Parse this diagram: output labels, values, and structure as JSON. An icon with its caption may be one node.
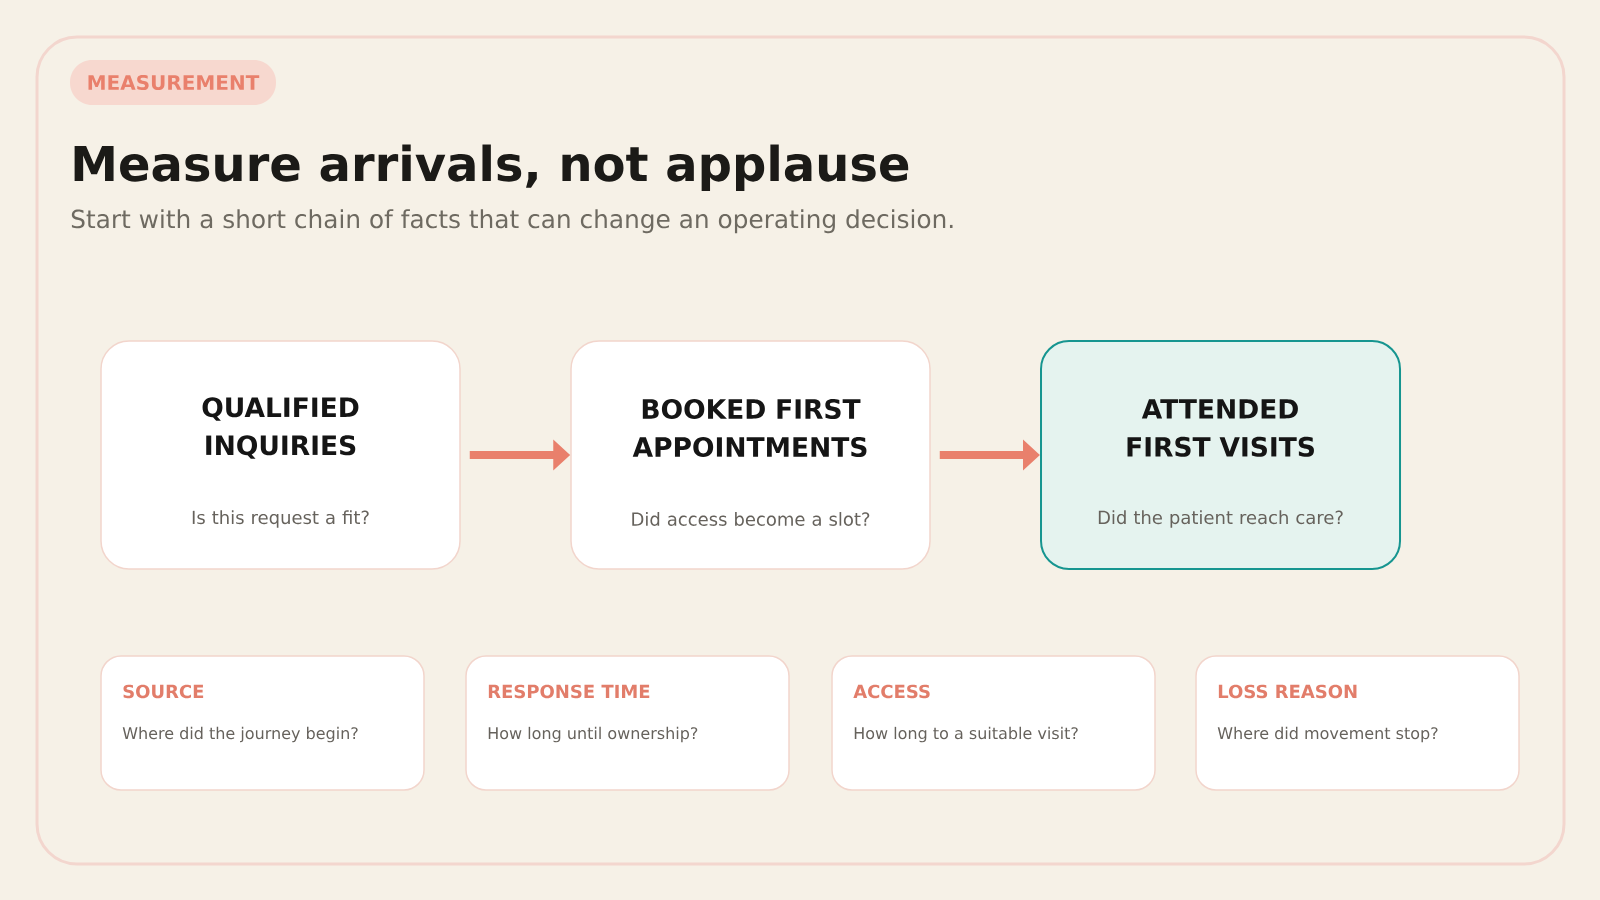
{
  "diagram": {
    "title": "Measure arrivals, not applause",
    "nodes": [
      {
        "text": [
          "MEASUREMENT"
        ]
      },
      {
        "text": [
          "QUALIFIED INQUIRIES",
          "Is this request a fit?"
        ]
      },
      {
        "text": [
          "BOOKED FIRST APPOINTMENTS",
          "Did access become a slot?"
        ]
      },
      {
        "text": [
          "ATTENDED FIRST VISITS",
          "Did the patient reach care?"
        ]
      },
      {
        "text": [
          "SOURCE",
          "Where did the journey begin?"
        ]
      },
      {
        "text": [
          "RESPONSE TIME",
          "How long until ownership?"
        ]
      },
      {
        "text": [
          "ACCESS",
          "How long to a suitable visit?"
        ]
      },
      {
        "text": [
          "LOSS REASON",
          "Where did movement stop?"
        ]
      }
    ],
    "edges": [
      {
        "from": 1,
        "to": 2,
        "arrow": "to"
      },
      {
        "from": 2,
        "to": 3,
        "arrow": "to"
      }
    ],
    "labels": [
      "Start with a short chain of facts that can change an operating decision."
    ]
  }
}
